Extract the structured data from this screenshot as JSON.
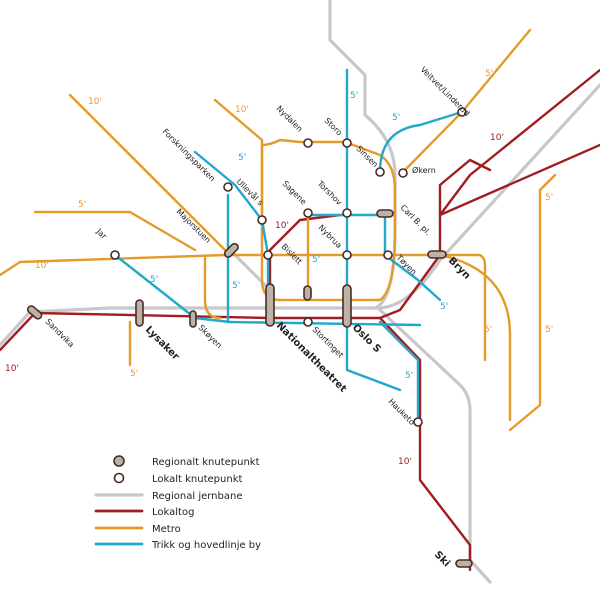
{
  "colors": {
    "rail": "#c8c8c8",
    "local": "#a01d22",
    "metro": "#e59a2c",
    "tram": "#23a8c9",
    "hub_fill": "#bcb3a8",
    "stroke": "#4a2a22"
  },
  "stations": {
    "sandvika": "Sandvika",
    "lysaker": "Lysaker",
    "skoyen": "Skøyen",
    "nationaltheatret": "Nationaltheatret",
    "stortinget": "Stortinget",
    "oslo_s": "Oslo S",
    "bryn": "Bryn",
    "hauketo": "Hauketo",
    "ski": "Ski",
    "jar": "Jar",
    "majorstuen": "Majorstuen",
    "forskningsparken": "Forskningsparken",
    "ulleval": "Ullevål s",
    "bislett": "Bislett",
    "nydalen": "Nydalen",
    "storo": "Storo",
    "sinsen": "Sinsen",
    "okern": "Økern",
    "veitvet": "Veitvet/Linderud",
    "sagene": "Sagene",
    "torshov": "Torshov",
    "carl_b": "Carl B. pl.",
    "nybrua": "Nybrua",
    "toyen": "Tøyen"
  },
  "frequencies": [
    "10'",
    "5'"
  ],
  "legend": [
    {
      "label": "Regionalt knutepunkt",
      "kind": "hub"
    },
    {
      "label": "Lokalt knutepunkt",
      "kind": "node"
    },
    {
      "label": "Regional jernbane",
      "kind": "rail"
    },
    {
      "label": "Lokaltog",
      "kind": "local"
    },
    {
      "label": "Metro",
      "kind": "metro"
    },
    {
      "label": "Trikk og hovedlinje by",
      "kind": "tram"
    }
  ]
}
